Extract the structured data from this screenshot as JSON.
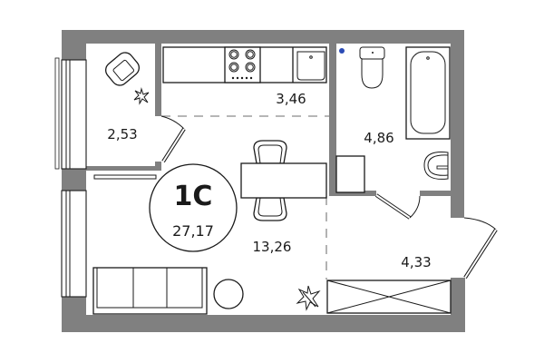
{
  "plan": {
    "unit_type": "1С",
    "total_area": "27,17",
    "colors": {
      "wall": "#808080",
      "background": "#ffffff",
      "line": "#1a1a1a",
      "riser_dot": "#2b4bb5"
    },
    "rooms": [
      {
        "name": "balcony-loggia",
        "area": "2,53"
      },
      {
        "name": "kitchen",
        "area": "3,46"
      },
      {
        "name": "bathroom",
        "area": "4,86"
      },
      {
        "name": "living-room",
        "area": "13,26"
      },
      {
        "name": "hallway",
        "area": "4,33"
      }
    ],
    "icons": [
      "armchair-icon",
      "plant-icon",
      "stove-icon",
      "sink-icon",
      "toilet-icon",
      "bathtub-icon",
      "washbasin-icon",
      "washing-machine-icon",
      "dining-table-icon",
      "chair-icon",
      "sofa-icon",
      "round-table-icon",
      "wardrobe-icon",
      "door-icon",
      "window-icon",
      "riser-icon"
    ]
  }
}
